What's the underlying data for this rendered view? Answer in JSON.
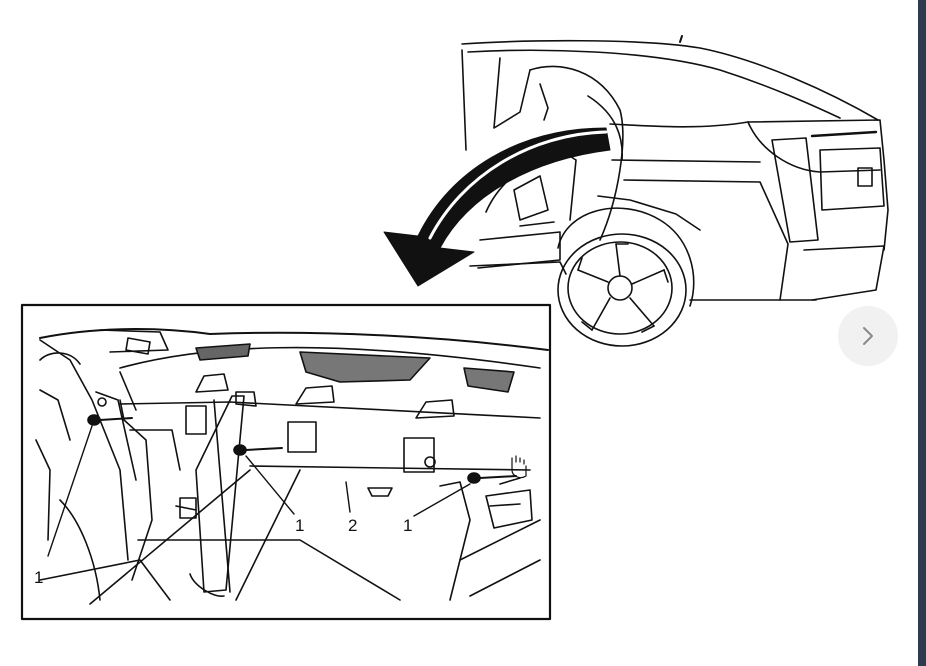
{
  "diagram": {
    "callouts": [
      {
        "id": "c1_left",
        "label": "1"
      },
      {
        "id": "c1_mid",
        "label": "1"
      },
      {
        "id": "c2",
        "label": "2"
      },
      {
        "id": "c1_right",
        "label": "1"
      }
    ]
  },
  "viewer": {
    "next_icon": "chevron-right-icon",
    "colors": {
      "rail": "#2d3a4f",
      "button_bg": "#f1f1f1",
      "chevron": "#8a8a8a"
    }
  }
}
